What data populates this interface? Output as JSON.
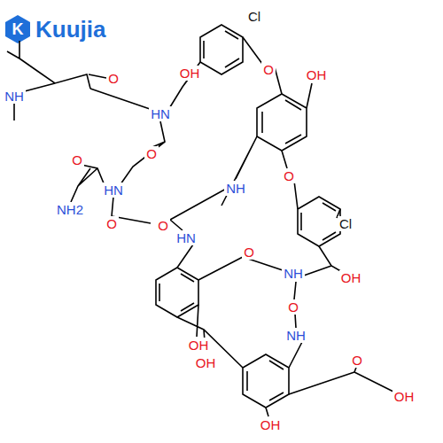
{
  "diagram": {
    "labels": [
      "K",
      "Kuujia",
      "Cl",
      "OH",
      "O",
      "OH",
      "O",
      "NH",
      "HN",
      "O",
      "O",
      "O",
      "HN",
      "NH",
      "NH2",
      "O",
      "O",
      "Cl",
      "HN",
      "O",
      "NH",
      "OH",
      "O",
      "NH",
      "OH",
      "OH",
      "O",
      "OH",
      "OH"
    ]
  }
}
